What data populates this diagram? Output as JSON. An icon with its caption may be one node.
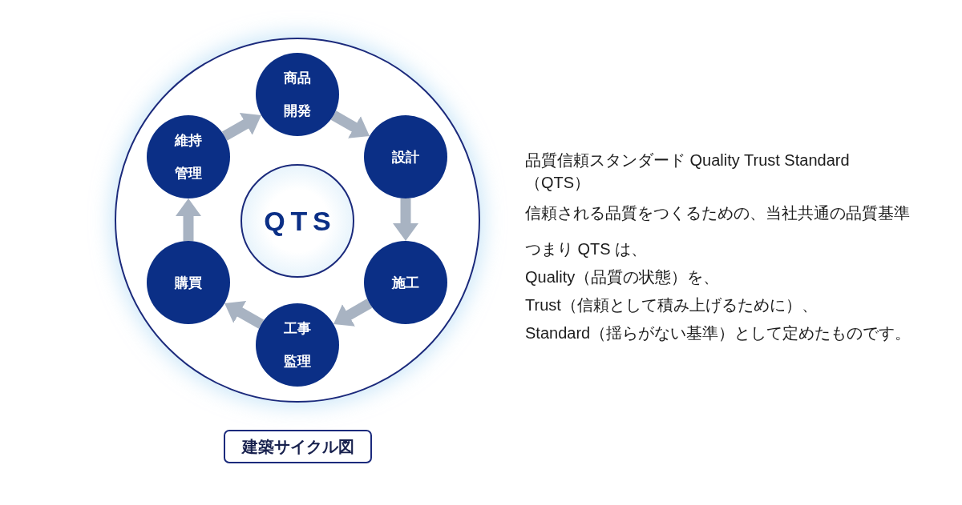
{
  "diagram": {
    "nodes": [
      {
        "text": [],
        "shape": "circle"
      },
      {
        "text": [
          "商品開発"
        ],
        "in": 0
      },
      {
        "text": [
          "維持管理"
        ],
        "in": 0
      },
      {
        "text": [
          "設計"
        ],
        "in": 0
      },
      {
        "text": [
          "QTS"
        ],
        "in": 0
      },
      {
        "text": [
          "購買"
        ],
        "in": 0
      },
      {
        "text": [
          "施工"
        ],
        "in": 0
      },
      {
        "text": [
          "工事監理"
        ],
        "in": 0
      },
      {
        "text": [
          "建築サイクル図"
        ]
      }
    ],
    "edges": [
      {
        "from": 1,
        "to": 3,
        "arrow": "to"
      },
      {
        "from": 3,
        "to": 6,
        "arrow": "to"
      },
      {
        "from": 6,
        "to": 7,
        "arrow": "to"
      },
      {
        "from": 7,
        "to": 5,
        "arrow": "to"
      },
      {
        "from": 5,
        "to": 2,
        "arrow": "to"
      },
      {
        "from": 2,
        "to": 1,
        "arrow": "to"
      }
    ],
    "labels": [
      "品質信頼スタンダード Quality Trust Standard（QTS）",
      "信頼される品質をつくるための、当社共通の品質基準",
      "つまり QTS は、",
      "Quality（品質の状態）を、",
      "Trust（信頼として積み上げるために）、",
      "Standard（揺らがない基準）として定めたものです。"
    ]
  }
}
